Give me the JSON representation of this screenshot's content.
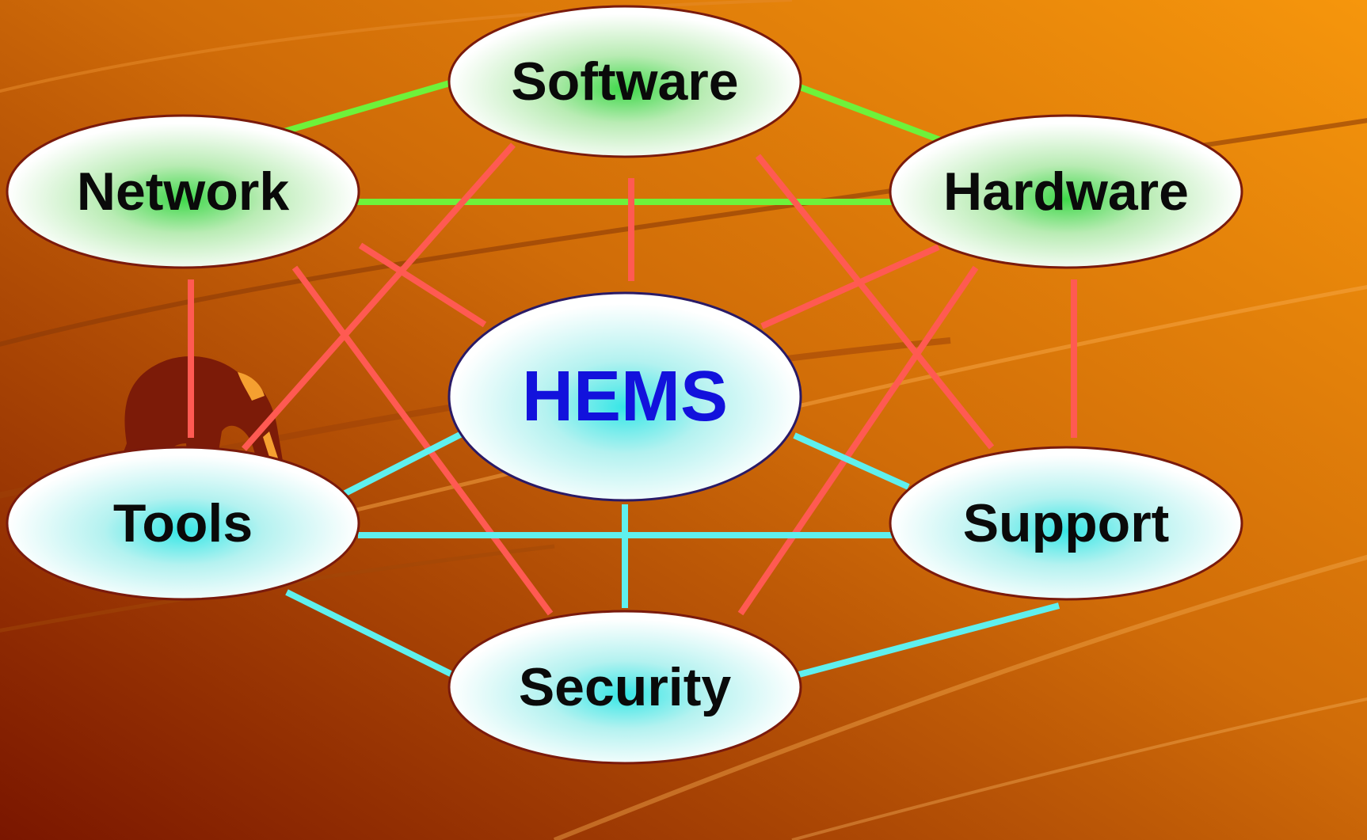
{
  "diagram": {
    "center": {
      "id": "hems",
      "label": "HEMS",
      "color": "#1212dc"
    },
    "nodes": [
      {
        "id": "software",
        "label": "Software",
        "glow": "#3fd84a"
      },
      {
        "id": "network",
        "label": "Network",
        "glow": "#3fd84a"
      },
      {
        "id": "hardware",
        "label": "Hardware",
        "glow": "#3fd84a"
      },
      {
        "id": "tools",
        "label": "Tools",
        "glow": "#35e6e6"
      },
      {
        "id": "support",
        "label": "Support",
        "glow": "#35e6e6"
      },
      {
        "id": "security",
        "label": "Security",
        "glow": "#35e6e6"
      }
    ],
    "connector_colors": {
      "green": "#6ef23a",
      "red": "#ff5a52",
      "cyan": "#5ff0ee"
    },
    "background": {
      "light": "#f6960c",
      "dark": "#7a1600"
    }
  }
}
